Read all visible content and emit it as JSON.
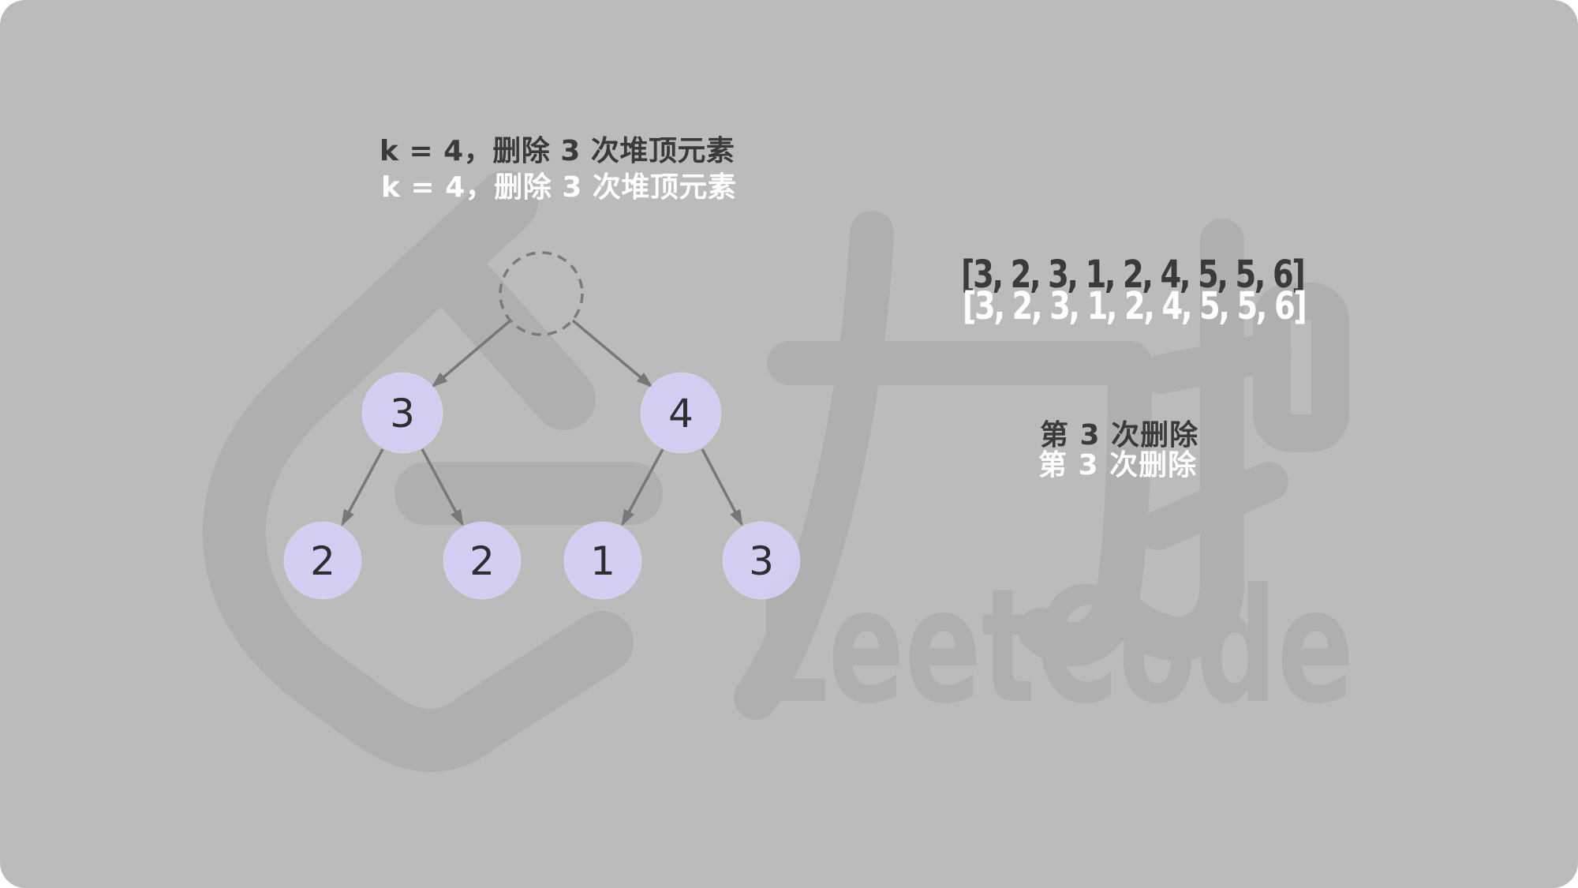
{
  "scene": {
    "background_color": "#bcbbbc",
    "watermark_color": "#b0afb0",
    "node_fill_color": "#d2cef4",
    "arrow_color": "#787878",
    "dark_text_color": "#3a3a3a",
    "light_text_color": "#ffffff"
  },
  "texts": {
    "title": "k = 4，删除 3 次堆顶元素",
    "array": "[3, 2, 3, 1, 2, 4, 5, 5, 6]",
    "step_label": "第 3 次删除"
  },
  "watermark": {
    "cn": "力扣",
    "en": "LeetCode"
  },
  "tree": {
    "deleted_root": {
      "style": "dashed-empty-circle"
    },
    "nodes": [
      {
        "id": "left-child",
        "label": "3"
      },
      {
        "id": "right-child",
        "label": "4"
      },
      {
        "id": "leaf-1",
        "label": "2"
      },
      {
        "id": "leaf-2",
        "label": "2"
      },
      {
        "id": "leaf-3",
        "label": "1"
      },
      {
        "id": "leaf-4",
        "label": "3"
      }
    ],
    "edges": [
      [
        "deleted-root",
        "left-child"
      ],
      [
        "deleted-root",
        "right-child"
      ],
      [
        "left-child",
        "leaf-1"
      ],
      [
        "left-child",
        "leaf-2"
      ],
      [
        "right-child",
        "leaf-3"
      ],
      [
        "right-child",
        "leaf-4"
      ]
    ]
  }
}
